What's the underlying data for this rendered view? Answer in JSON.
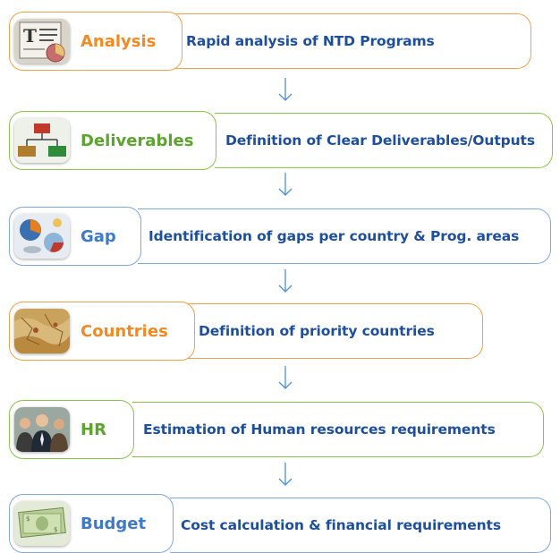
{
  "colors": {
    "orange_border": "#f5a04a",
    "orange_text": "#f08a24",
    "green_border": "#8bc34a",
    "green_text": "#5ba52d",
    "blue_border": "#7ea7dc",
    "blue_text": "#3f7ac7",
    "desc_text": "#1e4f9c",
    "arrow": "#4a8fd6"
  },
  "steps": [
    {
      "label": "Analysis",
      "description": "Rapid analysis of NTD Programs",
      "theme": "orange",
      "icon": "document-chart-icon"
    },
    {
      "label": "Deliverables",
      "description": "Definition of Clear Deliverables/Outputs",
      "theme": "green",
      "icon": "org-chart-icon"
    },
    {
      "label": "Gap",
      "description": "Identification of gaps per country & Prog. areas",
      "theme": "blue",
      "icon": "pie-charts-icon"
    },
    {
      "label": "Countries",
      "description": "Definition of priority countries",
      "theme": "orange",
      "icon": "map-icon"
    },
    {
      "label": "HR",
      "description": "Estimation of Human resources requirements",
      "theme": "green",
      "icon": "people-icon"
    },
    {
      "label": "Budget",
      "description": "Cost calculation & financial requirements",
      "theme": "blue",
      "icon": "money-icon"
    }
  ]
}
